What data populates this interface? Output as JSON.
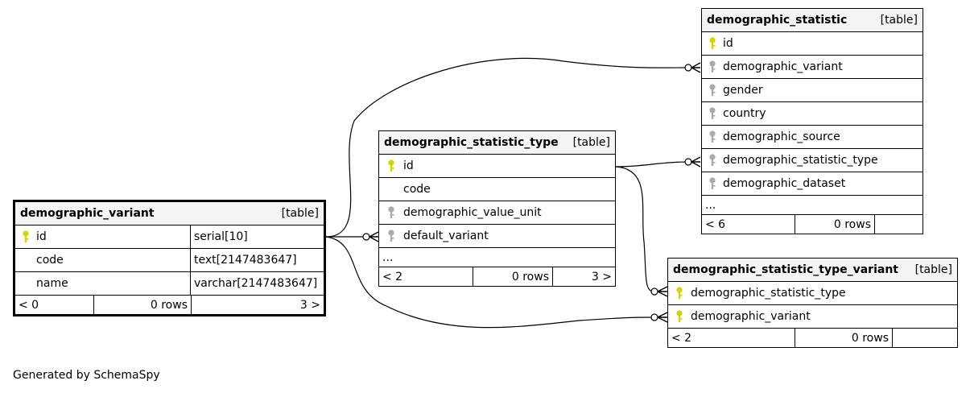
{
  "tables": {
    "demographic_statistic": {
      "name": "demographic_statistic",
      "kind": "[table]",
      "columns": [
        "id",
        "demographic_variant",
        "gender",
        "country",
        "demographic_source",
        "demographic_statistic_type",
        "demographic_dataset"
      ],
      "more": "...",
      "footer": [
        "< 6",
        "0 rows",
        ""
      ]
    },
    "demographic_statistic_type": {
      "name": "demographic_statistic_type",
      "kind": "[table]",
      "columns": [
        "id",
        "code",
        "demographic_value_unit",
        "default_variant"
      ],
      "more": "...",
      "footer": [
        "< 2",
        "0 rows",
        "3 >"
      ]
    },
    "demographic_variant": {
      "name": "demographic_variant",
      "kind": "[table]",
      "columns": [
        "id",
        "code",
        "name"
      ],
      "types": [
        "serial[10]",
        "text[2147483647]",
        "varchar[2147483647]"
      ],
      "footer": [
        "< 0",
        "0 rows",
        "3 >"
      ]
    },
    "demographic_statistic_type_variant": {
      "name": "demographic_statistic_type_variant",
      "kind": "[table]",
      "columns": [
        "demographic_statistic_type",
        "demographic_variant"
      ],
      "footer": [
        "< 2",
        "0 rows",
        ""
      ]
    }
  },
  "footer_text": "Generated by SchemaSpy",
  "colors": {
    "primary_key": "#d4d400",
    "foreign_key": "#aaaaaa",
    "header_bg": "#f4f4f4"
  }
}
